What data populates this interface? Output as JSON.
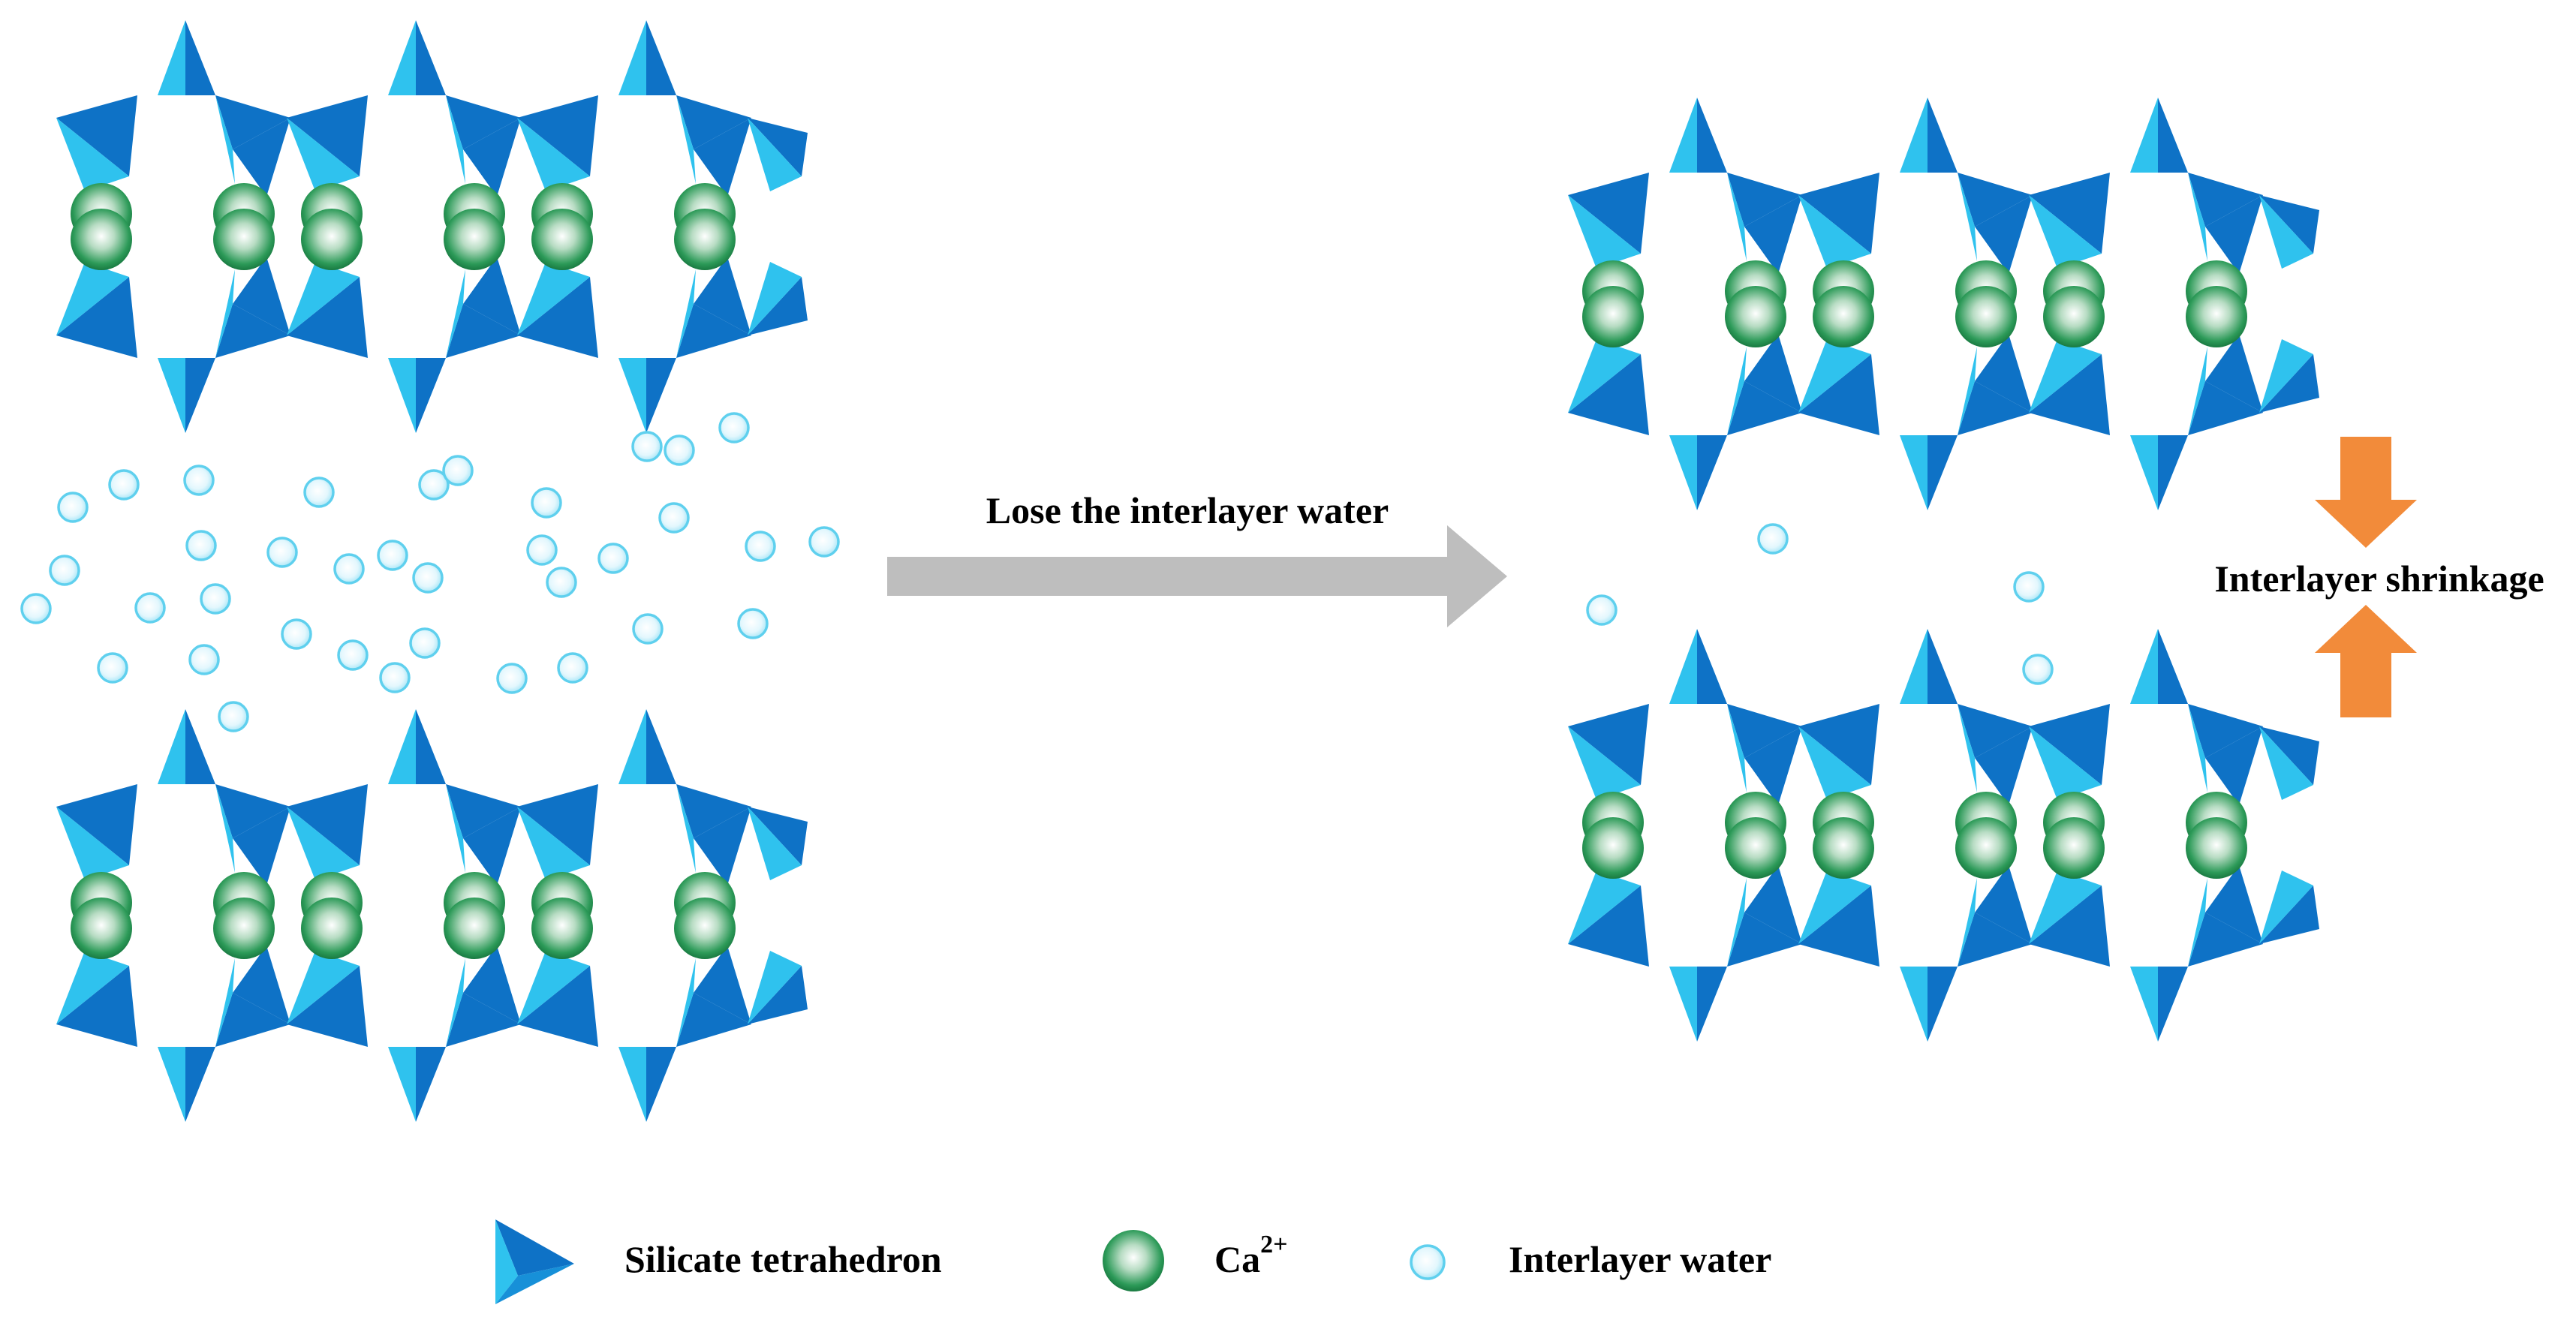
{
  "labels": {
    "process": "Lose the interlayer water",
    "shrinkage": "Interlayer shrinkage"
  },
  "legend": {
    "tetrahedron": "Silicate tetrahedron",
    "calcium": "Ca",
    "calcium_charge": "2+",
    "water": "Interlayer water"
  },
  "colors": {
    "tet_light": "#2fc2ee",
    "tet_dark": "#0e72c6",
    "calcium": "#1f8a4a",
    "water_edge": "#5fd0ee",
    "process_arrow": "#bebebe",
    "shrink_arrow": "#f28b3a"
  },
  "icons": {
    "tetrahedron": "silicate-tetrahedron-icon",
    "calcium": "calcium-ion-icon",
    "water": "water-molecule-icon",
    "process": "process-arrow-icon",
    "shrink": "shrink-arrows-icon"
  }
}
